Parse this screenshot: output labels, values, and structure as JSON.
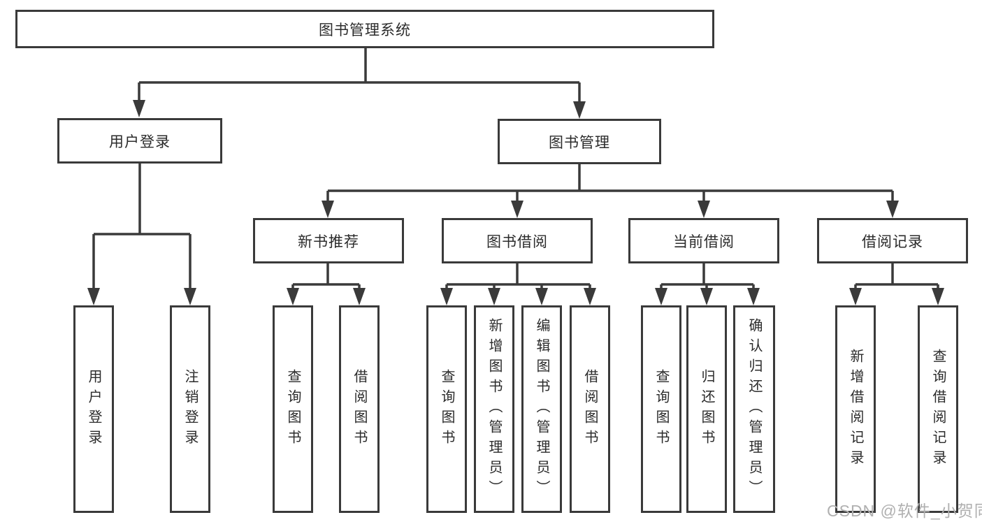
{
  "watermark": {
    "text": "CSDN @软件_小贺同学"
  },
  "colors": {
    "line": "#3a3a3a",
    "box_border": "#3a3a3a",
    "box_background": "#ffffff",
    "text": "#2b2b2b",
    "watermark_text": "#b0b0b0"
  },
  "tree": {
    "label": "图书管理系统",
    "children": [
      {
        "label": "用户登录",
        "children": [
          {
            "label": "用户登录"
          },
          {
            "label": "注销登录"
          }
        ]
      },
      {
        "label": "图书管理",
        "children": [
          {
            "label": "新书推荐",
            "children": [
              {
                "label": "查询图书"
              },
              {
                "label": "借阅图书"
              }
            ]
          },
          {
            "label": "图书借阅",
            "children": [
              {
                "label": "查询图书"
              },
              {
                "label": "新增图书（管理员）"
              },
              {
                "label": "编辑图书（管理员）"
              },
              {
                "label": "借阅图书"
              }
            ]
          },
          {
            "label": "当前借阅",
            "children": [
              {
                "label": "查询图书"
              },
              {
                "label": "归还图书"
              },
              {
                "label": "确认归还（管理员）"
              }
            ]
          },
          {
            "label": "借阅记录",
            "children": [
              {
                "label": "新增借阅记录"
              },
              {
                "label": "查询借阅记录"
              }
            ]
          }
        ]
      }
    ]
  }
}
